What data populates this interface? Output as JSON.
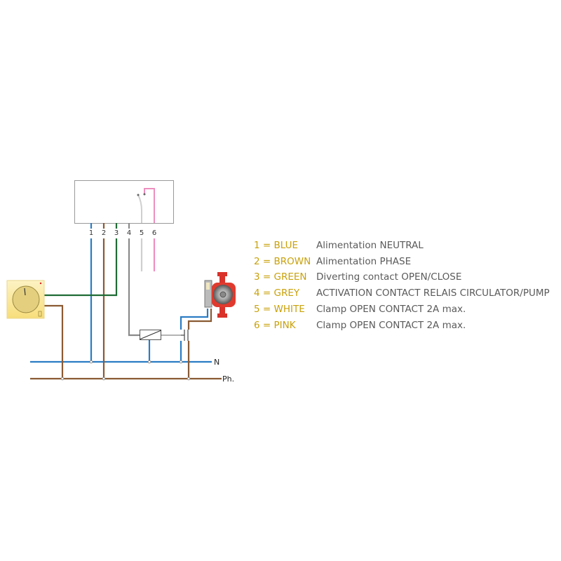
{
  "terminals": [
    "1",
    "2",
    "3",
    "4",
    "5",
    "6"
  ],
  "lines": {
    "neutral": "N",
    "phase": "Ph."
  },
  "legend": [
    {
      "code": "1 = BLUE",
      "desc": "Alimentation NEUTRAL"
    },
    {
      "code": "2 = BROWN",
      "desc": "Alimentation PHASE"
    },
    {
      "code": "3 = GREEN",
      "desc": "Diverting contact OPEN/CLOSE"
    },
    {
      "code": "4 = GREY",
      "desc": "ACTIVATION CONTACT RELAIS CIRCULATOR/PUMP"
    },
    {
      "code": "5 = WHITE",
      "desc": "Clamp OPEN CONTACT 2A max."
    },
    {
      "code": "6 = PINK",
      "desc": "Clamp OPEN CONTACT 2A max."
    }
  ],
  "colors": {
    "blue": "#2a7cc4",
    "brown": "#8a5a33",
    "green": "#1f6b35",
    "grey": "#8a8a8a",
    "white": "#cfcfcf",
    "pink": "#ee8fbf",
    "legend_code": "#c9a10a"
  }
}
